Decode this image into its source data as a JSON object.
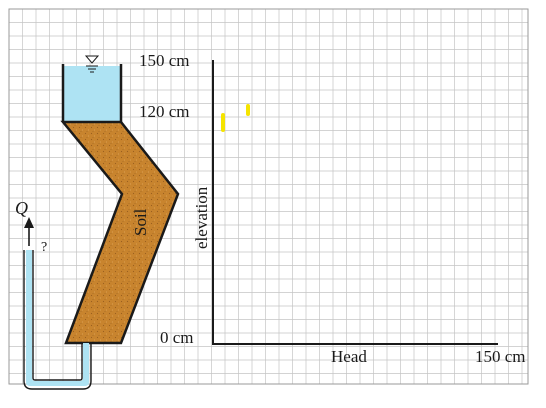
{
  "labels": {
    "top_elevation": "150 cm",
    "mid_elevation": "120 cm",
    "bottom_elevation": "0 cm",
    "y_axis": "elevation",
    "x_axis": "Head",
    "x_max": "150 cm",
    "soil": "Soil",
    "flow": "Q",
    "unknown_flow": "?"
  },
  "colors": {
    "water": "#aee3f3",
    "soil": "#c8842e",
    "grid": "#c4c4c4",
    "marker": "#f5e400"
  },
  "icons": {
    "water_surface": "inverted-triangle-water-level-icon",
    "flow_direction": "up-arrow-icon"
  }
}
